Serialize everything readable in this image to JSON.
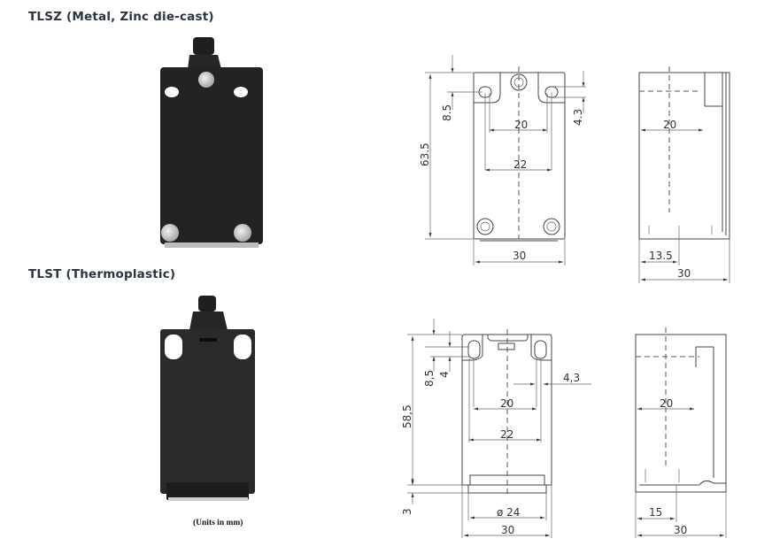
{
  "sections": [
    {
      "title": "TLSZ (Metal, Zinc die-cast)",
      "front_dims": {
        "height": "63.5",
        "hole_offset": "8.5",
        "slot": "4.3",
        "inner": "20",
        "outer": "22",
        "width": "30"
      },
      "side_dims": {
        "inner": "20",
        "offset": "13.5",
        "width": "30"
      }
    },
    {
      "title": "TLST (Thermoplastic)",
      "front_dims": {
        "height": "58,5",
        "hole_offset": "8,5",
        "slot_h": "4",
        "slot": "4,3",
        "inner": "20",
        "outer": "22",
        "base": "3",
        "diameter": "ø 24",
        "width": "30"
      },
      "side_dims": {
        "inner": "20",
        "offset": "15",
        "width": "30"
      }
    }
  ],
  "note": "(Units in mm)"
}
